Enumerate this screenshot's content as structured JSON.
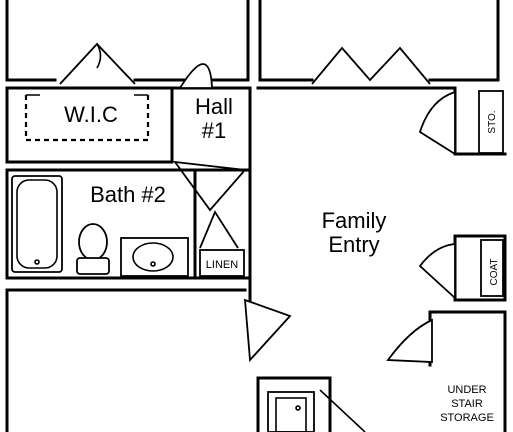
{
  "rooms": {
    "wic": "W.I.C",
    "hall_line1": "Hall",
    "hall_line2": "#1",
    "bath": "Bath #2",
    "family_line1": "Family",
    "family_line2": "Entry",
    "linen": "LINEN",
    "storage_short": "STO.",
    "coat": "COAT",
    "under_stair_line1": "UNDER",
    "under_stair_line2": "STAIR",
    "under_stair_line3": "STORAGE"
  }
}
